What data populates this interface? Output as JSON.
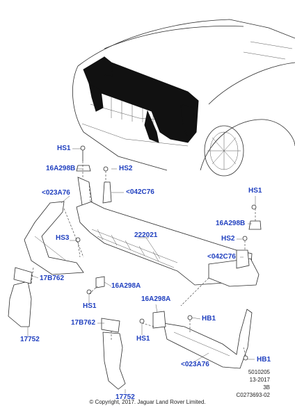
{
  "callouts": {
    "hs1_top": "HS1",
    "b16a298_left": "16A298B",
    "hs2_left": "HS2",
    "c042_left": "<042C76",
    "c023_left": "<023A76",
    "hs3": "HS3",
    "p222021": "222021",
    "hs1_right": "HS1",
    "b16a298_right": "16A298B",
    "hs2_right": "HS2",
    "c042_right": "<042C76",
    "p17b762_left": "17B762",
    "a16a298_mid": "16A298A",
    "hs1_mid": "HS1",
    "a16a298_low": "16A298A",
    "hb1_mid": "HB1",
    "p17b762_low": "17B762",
    "p17752_left": "17752",
    "hs1_low": "HS1",
    "c023_low": "<023A76",
    "hb1_low": "HB1",
    "p17752_low": "17752"
  },
  "reference": {
    "line1": "5010205",
    "line2": "13-2017",
    "line3": "3B",
    "line4": "C0273693-02"
  },
  "copyright": "© Copyright, 2017. Jaguar Land Rover Limited.",
  "colors": {
    "callout": "#1f3fbf",
    "line": "#2a2a2a"
  }
}
